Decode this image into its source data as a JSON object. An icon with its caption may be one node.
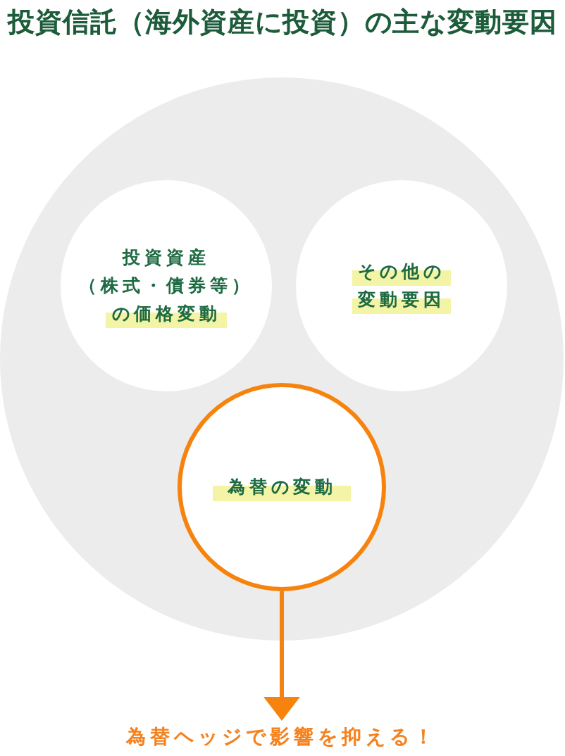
{
  "diagram": {
    "title": "投資信託（海外資産に投資）の主な変動要因",
    "nodes": [
      {
        "text": [],
        "shape": "circle"
      },
      {
        "text": [
          "投資資産（株式・債券等）",
          "の価格変動"
        ],
        "in": 0
      },
      {
        "text": [
          "その他の変動要因"
        ],
        "in": 0
      },
      {
        "text": [
          "為替の変動"
        ],
        "in": 0
      },
      {
        "text": [
          "為替ヘッジで影響を抑える！"
        ]
      }
    ],
    "edges": [
      {
        "from": 3,
        "to": 4,
        "arrow": "to"
      }
    ]
  }
}
